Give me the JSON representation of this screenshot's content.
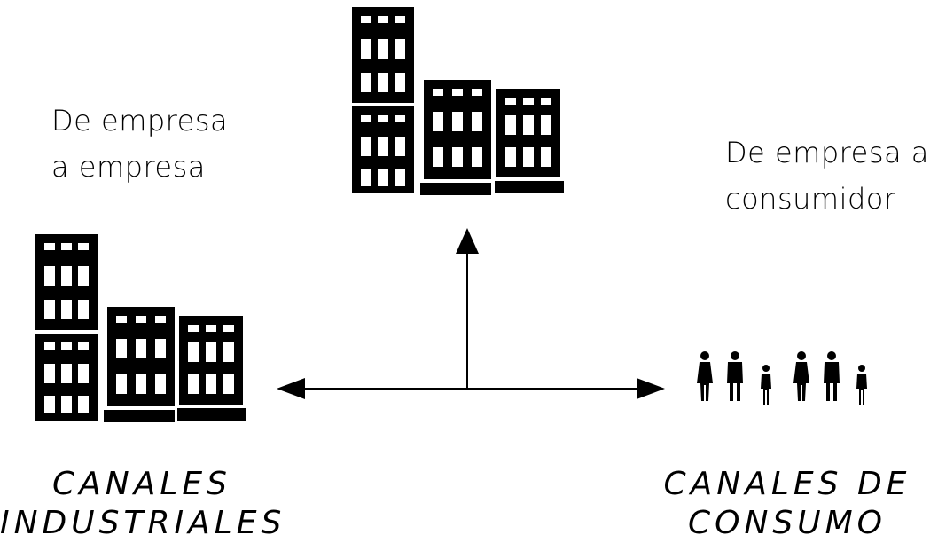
{
  "labels": {
    "b2b_line1": "De empresa",
    "b2b_line2": "a empresa",
    "b2c_line1": "De empresa a",
    "b2c_line2": "consumidor"
  },
  "captions": {
    "industrial_line1": "CANALES",
    "industrial_line2": "INDUSTRIALES",
    "consumer_line1": "CANALES DE",
    "consumer_line2": "CONSUMO"
  },
  "icons": {
    "top": "office-buildings-icon",
    "left": "industrial-buildings-icon",
    "right": "consumers-people-icon"
  },
  "colors": {
    "ink": "#000000",
    "background": "#ffffff"
  }
}
